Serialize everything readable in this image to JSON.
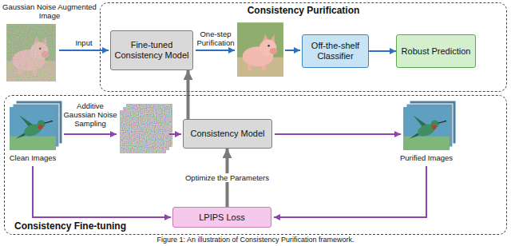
{
  "diagram": {
    "caption": "Figure 1: An illustration of Consistency Purification framework.",
    "nodes": [
      {
        "text": [
          "Consistency Purification"
        ]
      },
      {
        "text": [
          "Fine-tuned Consistency Model"
        ],
        "in": 0
      },
      {
        "text": [
          "Off-the-shelf Classifier"
        ],
        "in": 0
      },
      {
        "text": [
          "Robust Prediction"
        ],
        "in": 0
      },
      {
        "text": [
          "Consistency Fine-tuning"
        ]
      },
      {
        "text": [
          "Consistency Model"
        ],
        "in": 4
      },
      {
        "text": [
          "LPIPS Loss"
        ],
        "in": 4
      }
    ],
    "edges": [
      {
        "from": 2,
        "to": 3,
        "arrow": "to"
      },
      {
        "from": 5,
        "to": 1,
        "arrow": "to"
      },
      {
        "from": 6,
        "to": 5,
        "label": "Optimize the Parameters",
        "arrow": "to"
      }
    ],
    "labels": [
      "Gaussian Noise Augmented Image",
      "Input",
      "One-step Purification",
      "Clean Images",
      "Additive Gaussian Noise Sampling",
      "Purified Images"
    ]
  }
}
